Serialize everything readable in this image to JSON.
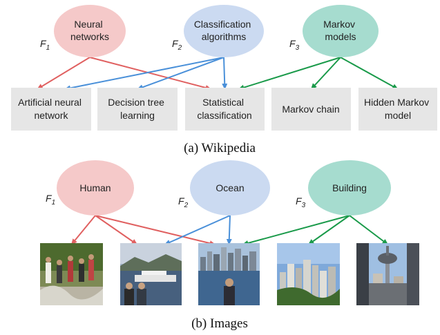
{
  "panel_a": {
    "caption": "(a) Wikipedia",
    "factors": [
      {
        "label_lines": [
          "Neural",
          "networks"
        ],
        "symbol": "F",
        "index": "1",
        "color": "#f5c9c9"
      },
      {
        "label_lines": [
          "Classification",
          "algorithms"
        ],
        "symbol": "F",
        "index": "2",
        "color": "#cbdaf1"
      },
      {
        "label_lines": [
          "Markov",
          "models"
        ],
        "symbol": "F",
        "index": "3",
        "color": "#a6dccf"
      }
    ],
    "items": [
      {
        "label_lines": [
          "Artificial neural",
          "network"
        ]
      },
      {
        "label_lines": [
          "Decision tree",
          "learning"
        ]
      },
      {
        "label_lines": [
          "Statistical",
          "classification"
        ]
      },
      {
        "label_lines": [
          "Markov chain"
        ]
      },
      {
        "label_lines": [
          "Hidden Markov",
          "model"
        ]
      }
    ],
    "links": [
      {
        "factor": 0,
        "item": 0
      },
      {
        "factor": 0,
        "item": 2
      },
      {
        "factor": 1,
        "item": 0
      },
      {
        "factor": 1,
        "item": 1
      },
      {
        "factor": 1,
        "item": 2
      },
      {
        "factor": 2,
        "item": 2
      },
      {
        "factor": 2,
        "item": 3
      },
      {
        "factor": 2,
        "item": 4
      }
    ]
  },
  "panel_b": {
    "caption": "(b) Images",
    "factors": [
      {
        "label_lines": [
          "Human"
        ],
        "symbol": "F",
        "index": "1",
        "color": "#f5c9c9"
      },
      {
        "label_lines": [
          "Ocean"
        ],
        "symbol": "F",
        "index": "2",
        "color": "#cbdaf1"
      },
      {
        "label_lines": [
          "Building"
        ],
        "symbol": "F",
        "index": "3",
        "color": "#a6dccf"
      }
    ],
    "images": [
      {
        "icon": "people-outdoors-photo"
      },
      {
        "icon": "harbor-ship-people-photo"
      },
      {
        "icon": "city-waterfront-person-photo"
      },
      {
        "icon": "city-skyline-photo"
      },
      {
        "icon": "tower-street-photo"
      }
    ],
    "links": [
      {
        "factor": 0,
        "item": 0
      },
      {
        "factor": 0,
        "item": 1
      },
      {
        "factor": 0,
        "item": 2
      },
      {
        "factor": 1,
        "item": 1
      },
      {
        "factor": 1,
        "item": 2
      },
      {
        "factor": 2,
        "item": 2
      },
      {
        "factor": 2,
        "item": 3
      },
      {
        "factor": 2,
        "item": 4
      }
    ]
  },
  "colors": {
    "factor_1_arrow": "#e06060",
    "factor_2_arrow": "#4a90d9",
    "factor_3_arrow": "#1a9a4a",
    "box_fill": "#e6e6e6"
  }
}
